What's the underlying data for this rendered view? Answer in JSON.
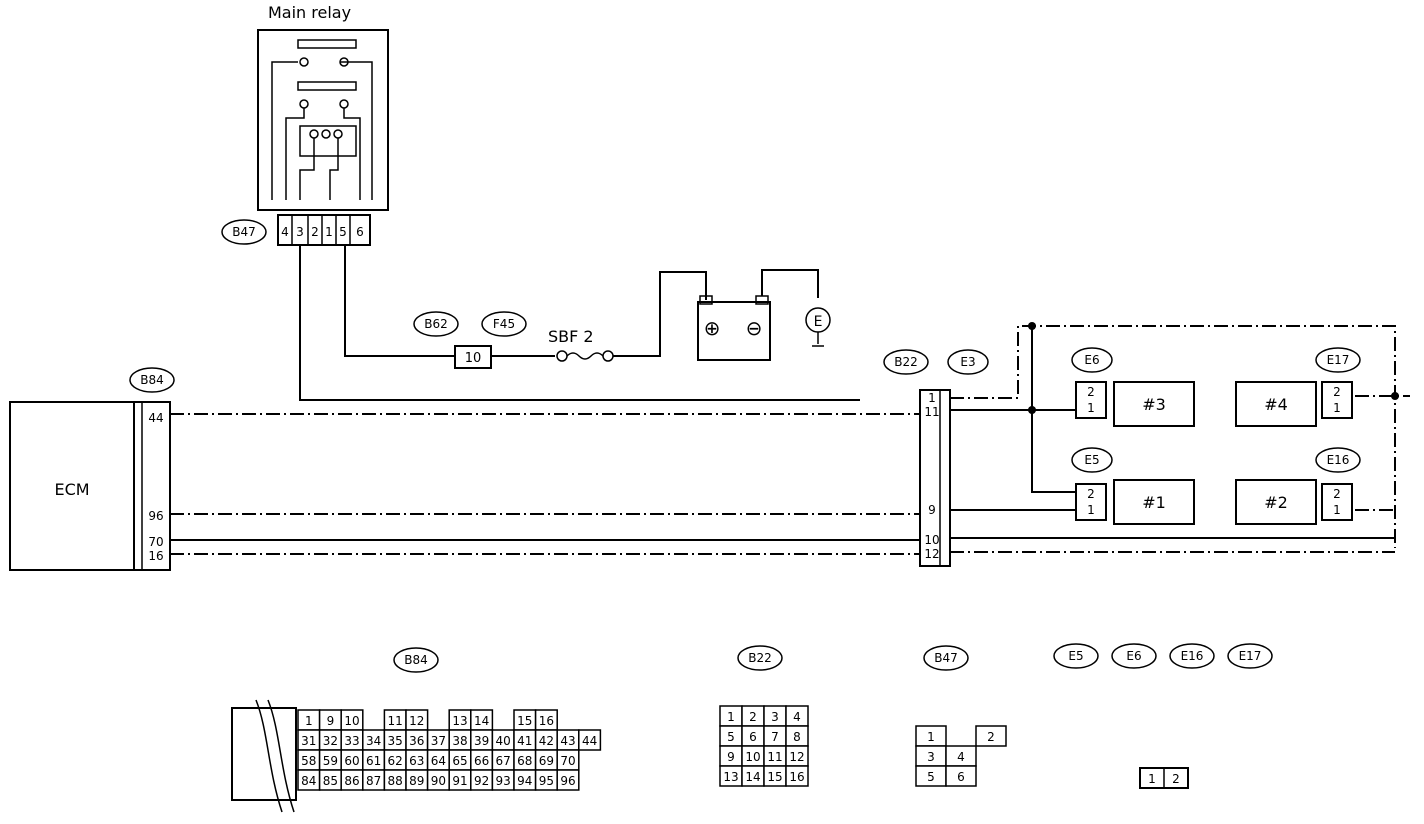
{
  "title_main_relay": "Main relay",
  "ecm_label": "ECM",
  "sbf_label": "SBF  2",
  "ground_label": "E",
  "connectors": {
    "b47": "B47",
    "b62": "B62",
    "f45": "F45",
    "b84": "B84",
    "b22": "B22",
    "e3": "E3",
    "e6": "E6",
    "e5": "E5",
    "e17": "E17",
    "e16": "E16"
  },
  "relay_pins": [
    "4",
    "3",
    "2",
    "1",
    "5",
    "6"
  ],
  "f45_pin": "10",
  "ecm_pins": [
    "44",
    "96",
    "70",
    "16"
  ],
  "b22_pins": [
    "1",
    "11",
    "9",
    "10",
    "12"
  ],
  "injectors": {
    "i3": {
      "name": "#3",
      "pins": [
        "2",
        "1"
      ]
    },
    "i4": {
      "name": "#4",
      "pins": [
        "2",
        "1"
      ]
    },
    "i1": {
      "name": "#1",
      "pins": [
        "2",
        "1"
      ]
    },
    "i2": {
      "name": "#2",
      "pins": [
        "2",
        "1"
      ]
    }
  },
  "views": {
    "b84_label": "B84",
    "b84_rows": [
      [
        "1",
        "9",
        "10",
        "",
        "11",
        "12",
        "",
        "13",
        "14",
        "",
        "15",
        "16"
      ],
      [
        "31",
        "32",
        "33",
        "34",
        "35",
        "36",
        "37",
        "38",
        "39",
        "40",
        "41",
        "42",
        "43",
        "44"
      ],
      [
        "58",
        "59",
        "60",
        "61",
        "62",
        "63",
        "64",
        "65",
        "66",
        "67",
        "68",
        "69",
        "70"
      ],
      [
        "84",
        "85",
        "86",
        "87",
        "88",
        "89",
        "90",
        "91",
        "92",
        "93",
        "94",
        "95",
        "96"
      ]
    ],
    "b22_label": "B22",
    "b22_rows": [
      [
        "1",
        "2",
        "3",
        "4"
      ],
      [
        "5",
        "6",
        "7",
        "8"
      ],
      [
        "9",
        "10",
        "11",
        "12"
      ],
      [
        "13",
        "14",
        "15",
        "16"
      ]
    ],
    "b47_label": "B47",
    "b47_rows": [
      [
        "1",
        "",
        "2"
      ],
      [
        "3",
        "4"
      ],
      [
        "5",
        "6"
      ]
    ],
    "e_labels": [
      "E5",
      "E6",
      "E16",
      "E17"
    ],
    "e_pins": [
      "1",
      "2"
    ]
  }
}
